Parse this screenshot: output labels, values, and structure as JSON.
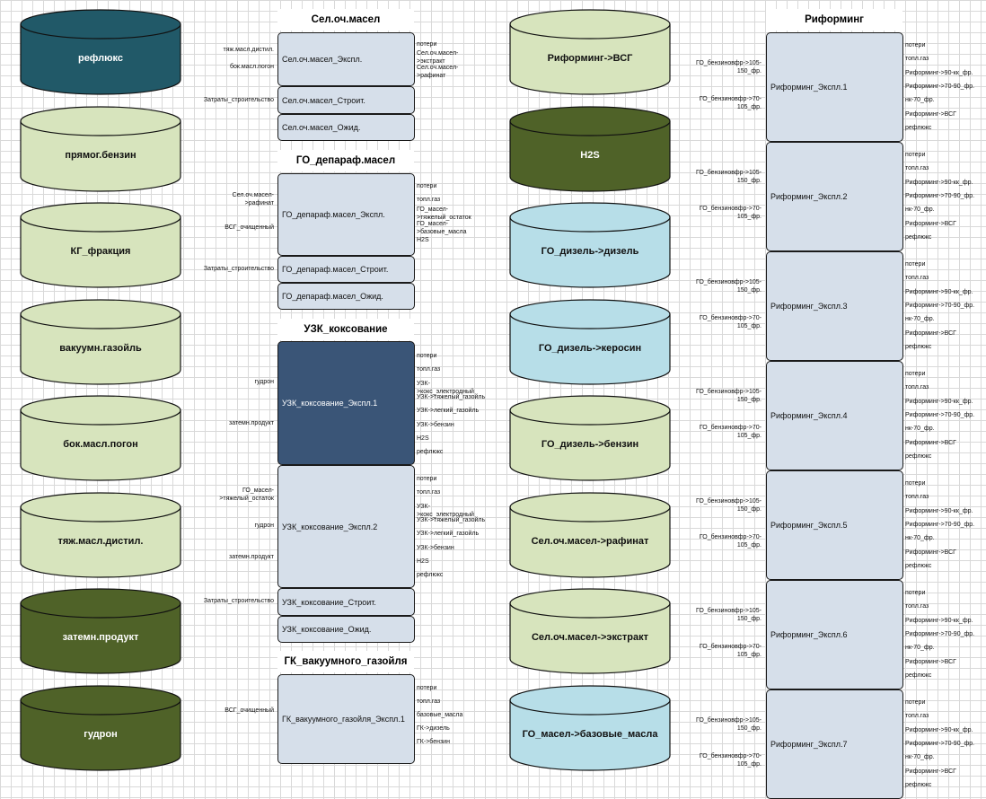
{
  "colors": {
    "teal_dark": "#215968",
    "olive_dark": "#4f6228",
    "light_green": "#d7e4bd",
    "light_blue": "#b7dee8",
    "box_fill": "#d6dfea",
    "box_dark": "#3a5577"
  },
  "tanks_left": [
    {
      "label": "рефлюкс",
      "style": "teal_dark"
    },
    {
      "label": "прямог.бензин",
      "style": "light_green"
    },
    {
      "label": "КГ_фракция",
      "style": "light_green"
    },
    {
      "label": "вакуумн.газойль",
      "style": "light_green"
    },
    {
      "label": "бок.масл.погон",
      "style": "light_green"
    },
    {
      "label": "тяж.масл.дистил.",
      "style": "light_green"
    },
    {
      "label": "затемн.продукт",
      "style": "olive_dark"
    },
    {
      "label": "гудрон",
      "style": "olive_dark"
    }
  ],
  "tanks_mid": [
    {
      "label": "Риформинг->ВСГ",
      "style": "light_green"
    },
    {
      "label": "H2S",
      "style": "olive_dark"
    },
    {
      "label": "ГО_дизель->дизель",
      "style": "light_blue"
    },
    {
      "label": "ГО_дизель->керосин",
      "style": "light_blue"
    },
    {
      "label": "ГО_дизель->бензин",
      "style": "light_green"
    },
    {
      "label": "Сел.оч.масел->рафинат",
      "style": "light_green"
    },
    {
      "label": "Сел.оч.масел->экстракт",
      "style": "light_green"
    },
    {
      "label": "ГО_масел->базовые_масла",
      "style": "light_blue"
    }
  ],
  "groups": {
    "sel": {
      "title": "Сел.оч.масел",
      "expl": "Сел.оч.масел_Экспл.",
      "stroit": "Сел.оч.масел_Строит.",
      "ozhid": "Сел.оч.масел_Ожид.",
      "inputs": [
        "тяж.масл.дистил.",
        "бок.масл.погон"
      ],
      "stroit_input": "Затраты_строительство",
      "outputs": [
        "потери",
        "Сел.оч.масел-\n>экстракт",
        "Сел.оч.масел-\n>рафинат"
      ]
    },
    "godep": {
      "title": "ГО_депараф.масел",
      "expl": "ГО_депараф.масел_Экспл.",
      "stroit": "ГО_депараф.масел_Строит.",
      "ozhid": "ГО_депараф.масел_Ожид.",
      "inputs": [
        "Сел.оч.масел-\n>рафинат",
        "ВСГ_очищенный"
      ],
      "stroit_input": "Затраты_строительство",
      "outputs": [
        "потери",
        "топл.газ",
        "ГО_масел-\n>тяжелый_остаток",
        "ГО_масел-\n>базовые_масла",
        "H2S"
      ]
    },
    "uzk": {
      "title": "УЗК_коксование",
      "expl1": "УЗК_коксование_Экспл.1",
      "expl2": "УЗК_коксование_Экспл.2",
      "stroit": "УЗК_коксование_Строит.",
      "ozhid": "УЗК_коксование_Ожид.",
      "inputs1": [
        "гудрон",
        "затемн.продукт"
      ],
      "inputs2": [
        "ГО_масел-\n>тяжелый_остаток",
        "гудрон",
        "затемн.продукт"
      ],
      "stroit_input": "Затраты_строительство",
      "outputs": [
        "потери",
        "топл.газ",
        "УЗК-\n>кокс_электродный",
        "УЗК->тяжелый_газойль",
        "УЗК->легкий_газойль",
        "УЗК->бензин",
        "H2S",
        "рефлюкс"
      ]
    },
    "gk": {
      "title": "ГК_вакуумного_газойля",
      "expl1": "ГК_вакуумного_газойля_Экспл.1",
      "inputs": [
        "ВСГ_очищенный"
      ],
      "outputs": [
        "потери",
        "топл.газ",
        "базовые_масла",
        "ГК->дизель",
        "ГК->бензин"
      ]
    },
    "rif": {
      "title": "Риформинг",
      "blocks": [
        "Риформинг_Экспл.1",
        "Риформинг_Экспл.2",
        "Риформинг_Экспл.3",
        "Риформинг_Экспл.4",
        "Риформинг_Экспл.5",
        "Риформинг_Экспл.6",
        "Риформинг_Экспл.7"
      ],
      "inputs": [
        "ГО_бензиновфр->105-\n150_фр.",
        "ГО_бензиновфр->70-\n105_фр."
      ],
      "outputs": [
        "потери",
        "топл.газ",
        "Риформинг->90-кк_фр.",
        "Риформинг->70-90_фр.",
        "нк-70_фр.",
        "Риформинг->ВСГ",
        "рефлюкс"
      ]
    }
  }
}
